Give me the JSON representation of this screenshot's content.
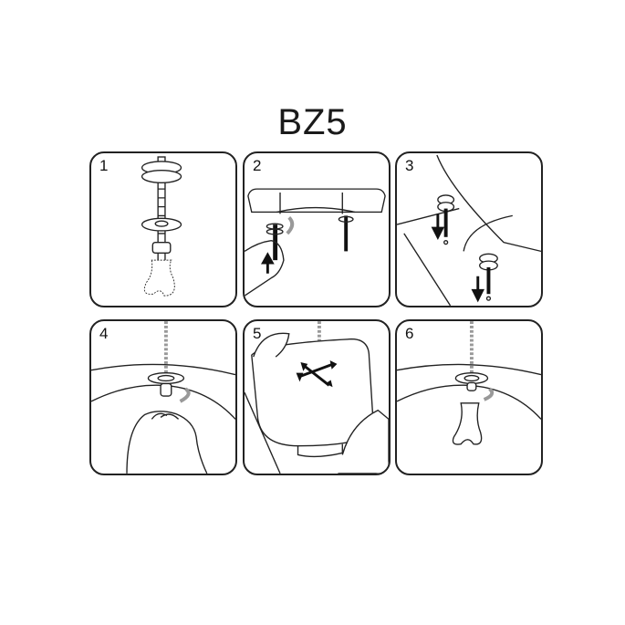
{
  "title": "BZ5",
  "steps": [
    {
      "number": "1"
    },
    {
      "number": "2"
    },
    {
      "number": "3"
    },
    {
      "number": "4"
    },
    {
      "number": "5"
    },
    {
      "number": "6"
    }
  ]
}
